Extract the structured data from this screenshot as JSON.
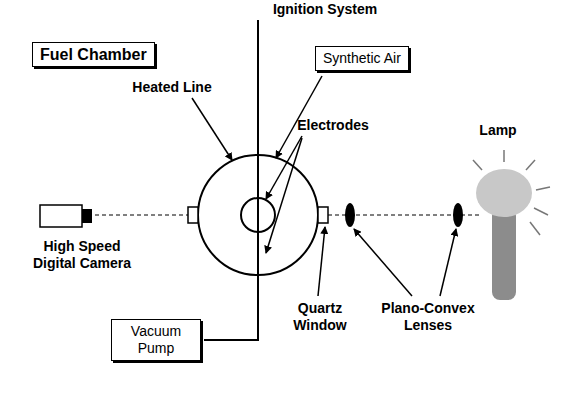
{
  "diagram": {
    "nodes": [
      {
        "text": [
          "Fuel Chamber"
        ]
      },
      {
        "text": [
          "Synthetic Air"
        ]
      },
      {
        "text": [
          "Vacuum Pump"
        ]
      }
    ],
    "labels": [
      "Ignition System",
      "Heated Line",
      "Electrodes",
      "Lamp",
      "High Speed Digital Camera",
      "Quartz Window",
      "Plano-Convex Lenses"
    ]
  }
}
